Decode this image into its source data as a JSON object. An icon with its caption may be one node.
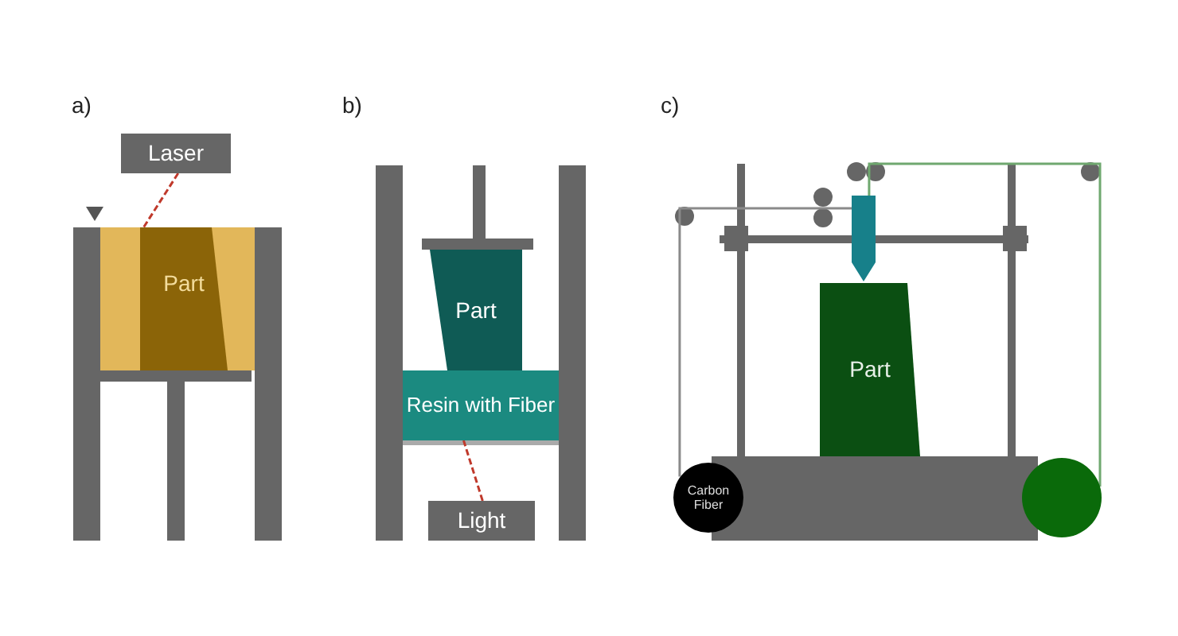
{
  "diagram": {
    "nodes": [
      {
        "text": [
          "Laser"
        ]
      },
      {
        "text": [
          "Part"
        ]
      },
      {
        "text": [
          "Part"
        ]
      },
      {
        "text": [
          "Resin with Fiber"
        ]
      },
      {
        "text": [
          "Light"
        ]
      },
      {
        "text": [
          "Part"
        ]
      },
      {
        "text": [
          "Carbon Fiber"
        ]
      },
      {
        "text": [],
        "shape": "circle"
      },
      {
        "text": [],
        "shape": "box"
      }
    ],
    "edges": [
      {
        "from": 0,
        "to": 1,
        "arrow": "none",
        "style": "dashed",
        "color": "#c0392b"
      },
      {
        "from": 4,
        "to": 3,
        "arrow": "none",
        "style": "dashed",
        "color": "#c0392b"
      },
      {
        "from": 6,
        "to": 8,
        "arrow": "none",
        "color": "#8a8a8a"
      },
      {
        "from": 7,
        "to": 8,
        "arrow": "none",
        "color": "#6fa86f"
      }
    ],
    "labels": [
      "a)",
      "b)",
      "c)"
    ]
  }
}
